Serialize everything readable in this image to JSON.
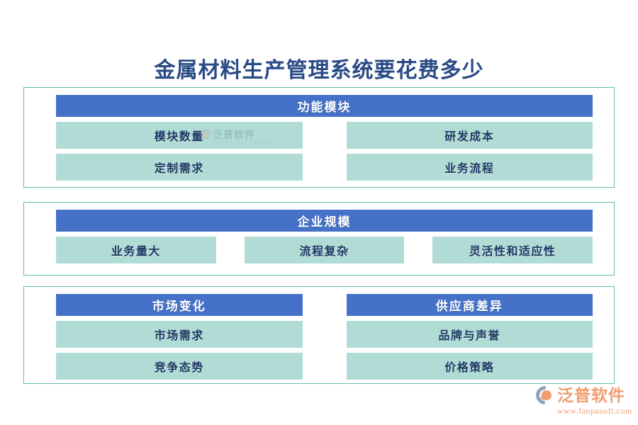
{
  "title": "金属材料生产管理系统要花费多少",
  "colors": {
    "header_blue": "#4572c8",
    "cell_mint": "#b1dcd5",
    "panel_border": "#63bcb0",
    "title_blue": "#2a4a86",
    "cell_text": "#1f3864",
    "brand_orange": "#ef9d6e",
    "background": "#ffffff"
  },
  "sections": [
    {
      "layout": "single-header-2x2",
      "header": "功能模块",
      "cells": [
        "模块数量",
        "研发成本",
        "定制需求",
        "业务流程"
      ]
    },
    {
      "layout": "single-header-row3",
      "header": "企业规模",
      "cells": [
        "业务量大",
        "流程复杂",
        "灵活性和适应性"
      ]
    },
    {
      "layout": "two-columns",
      "columns": [
        {
          "header": "市场变化",
          "cells": [
            "市场需求",
            "竞争态势"
          ]
        },
        {
          "header": "供应商差异",
          "cells": [
            "品牌与声誉",
            "价格策略"
          ]
        }
      ]
    }
  ],
  "watermark": {
    "text": "泛普软件",
    "sub": "FANPU SOFTWARE"
  },
  "brand": {
    "name": "泛普软件",
    "url": "www.fanpusoft.com"
  }
}
